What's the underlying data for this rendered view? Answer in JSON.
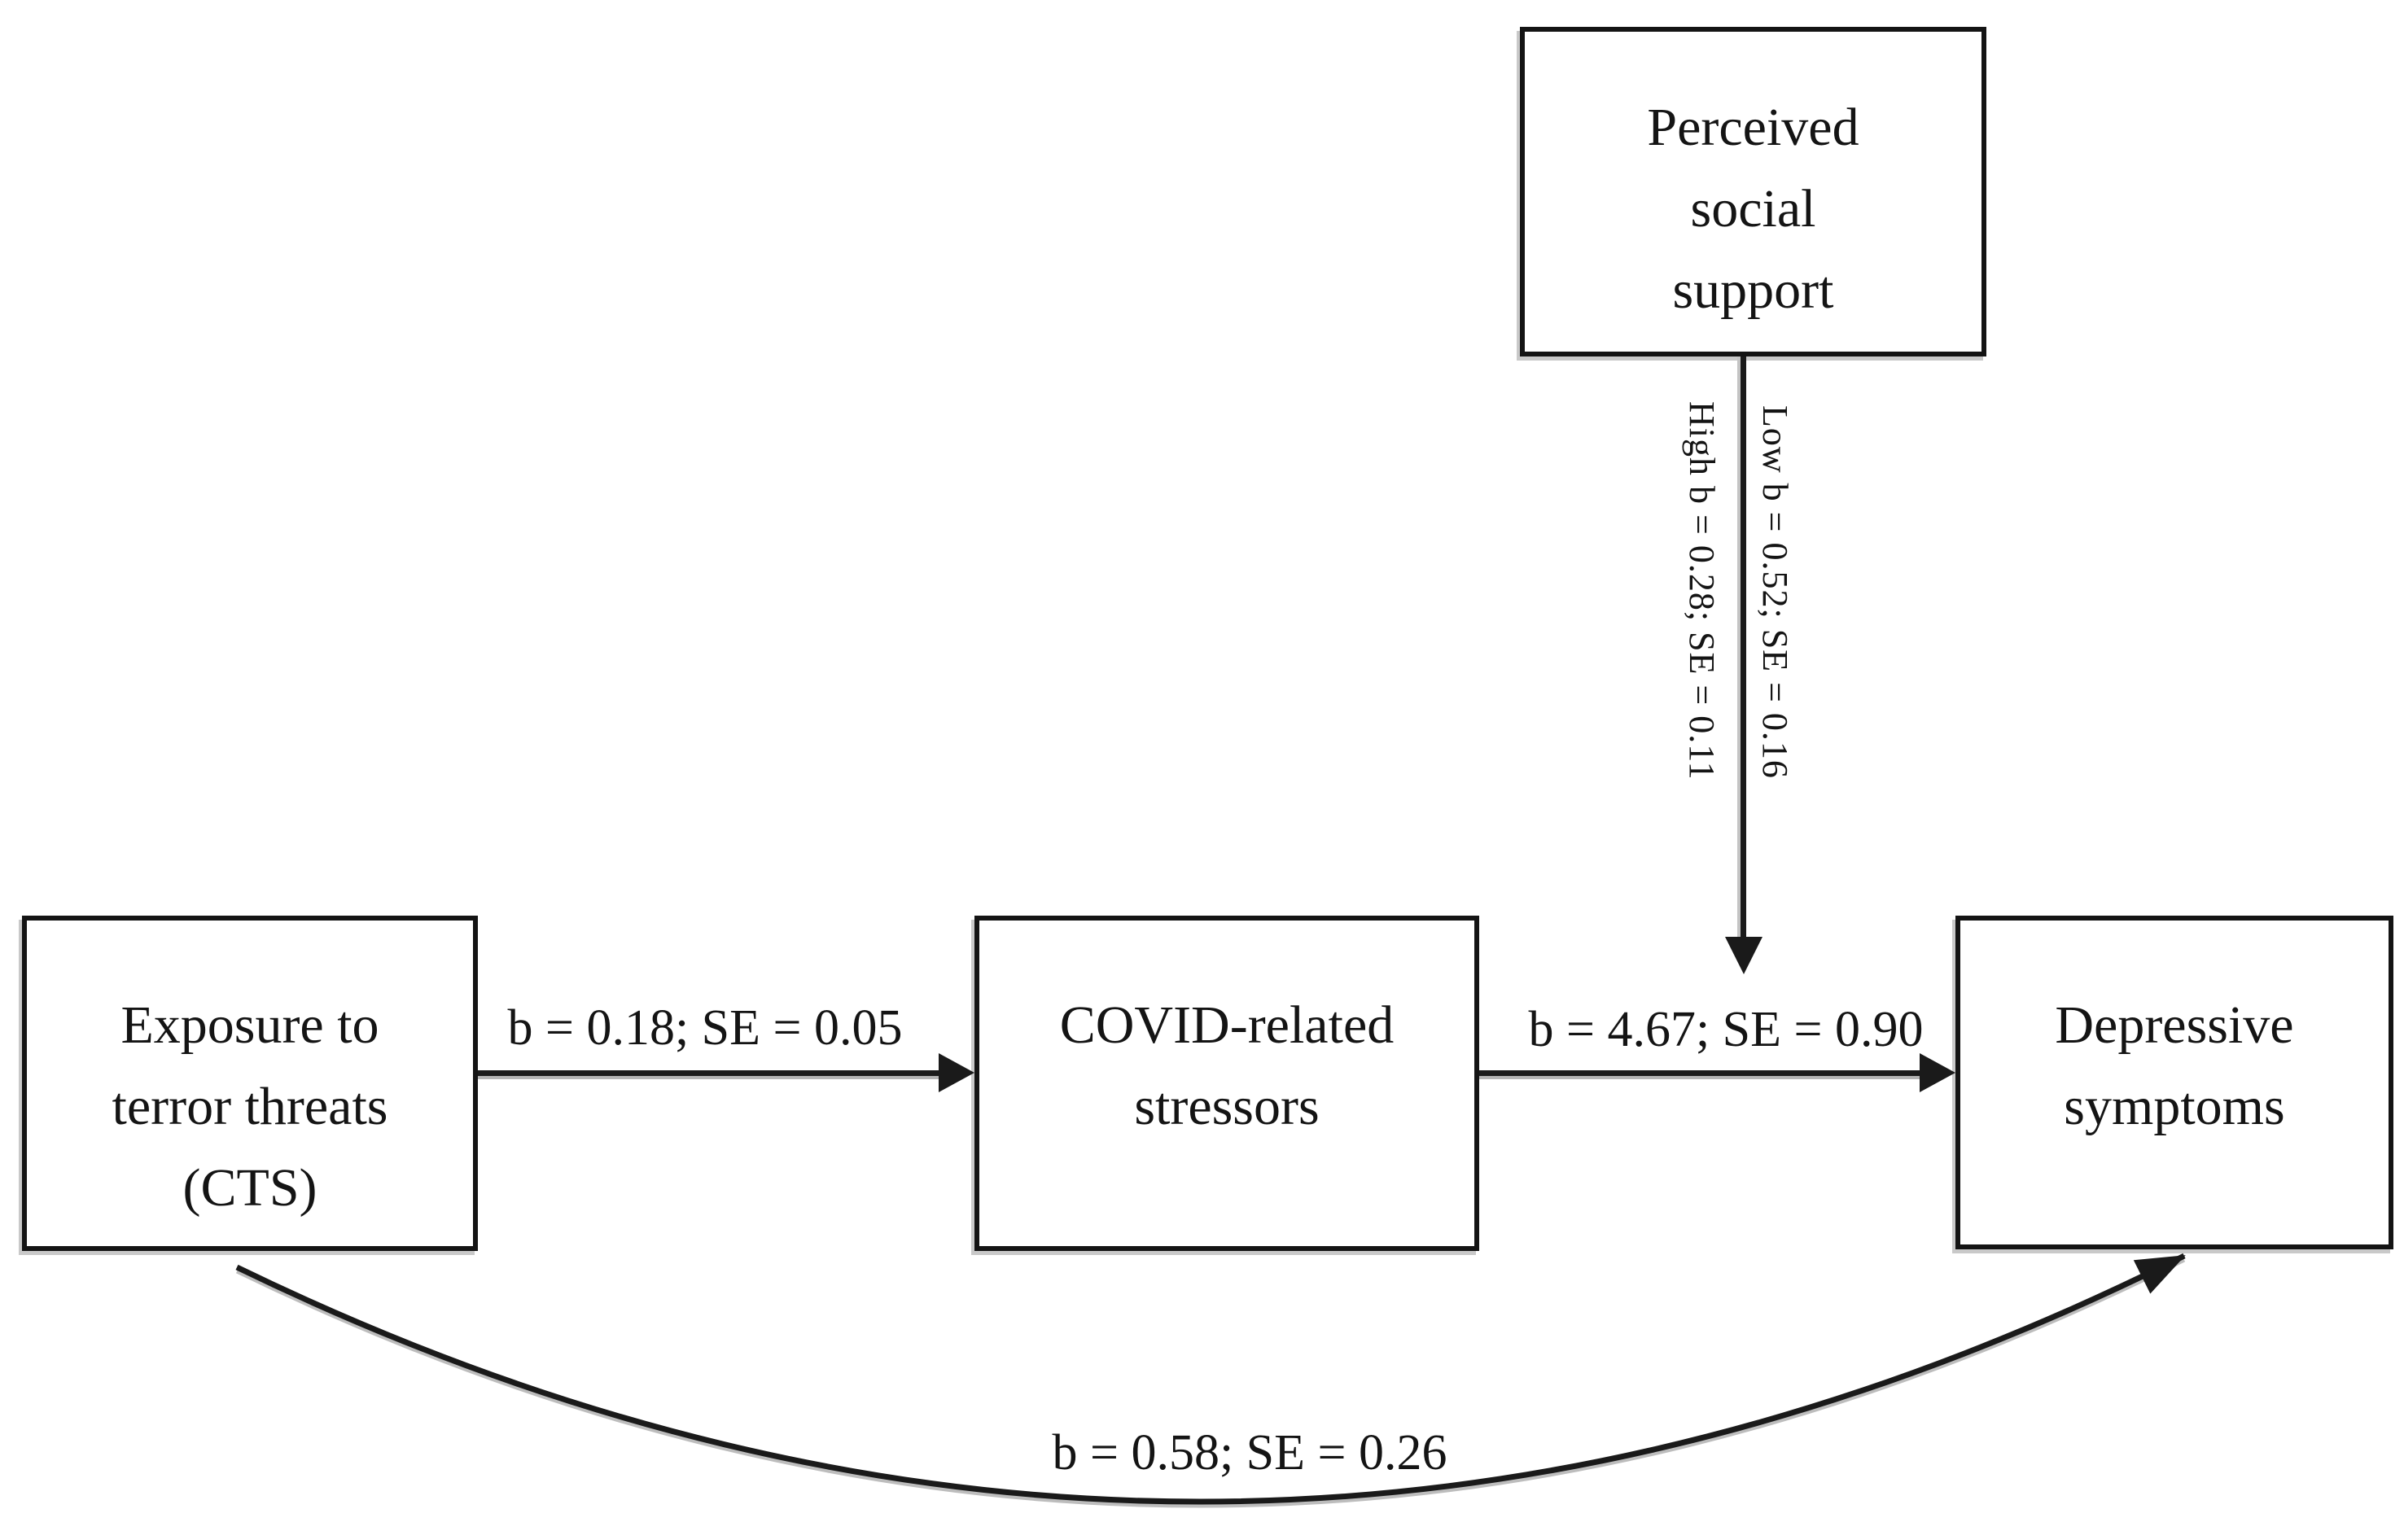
{
  "diagram": {
    "type": "moderated-mediation-path-model",
    "nodes": {
      "moderator": {
        "lines": [
          "Perceived",
          "social",
          "support"
        ]
      },
      "predictor": {
        "lines": [
          "Exposure to",
          "terror threats",
          "(CTS)"
        ]
      },
      "mediator": {
        "lines": [
          "COVID-related",
          "stressors"
        ]
      },
      "outcome": {
        "lines": [
          "Depressive",
          "symptoms"
        ]
      }
    },
    "paths": {
      "a_label": "b = 0.18; SE = 0.05",
      "b_label": "b = 4.67; SE = 0.90",
      "direct_label": "b = 0.58; SE = 0.26",
      "moderation": {
        "high_label": "High b = 0.28; SE = 0.11",
        "low_label": "Low b = 0.52; SE = 0.16"
      }
    },
    "colors": {
      "line": "#1a1a1a",
      "text": "#141414",
      "background": "#ffffff",
      "line_shadow": "#b3b3b3"
    }
  }
}
